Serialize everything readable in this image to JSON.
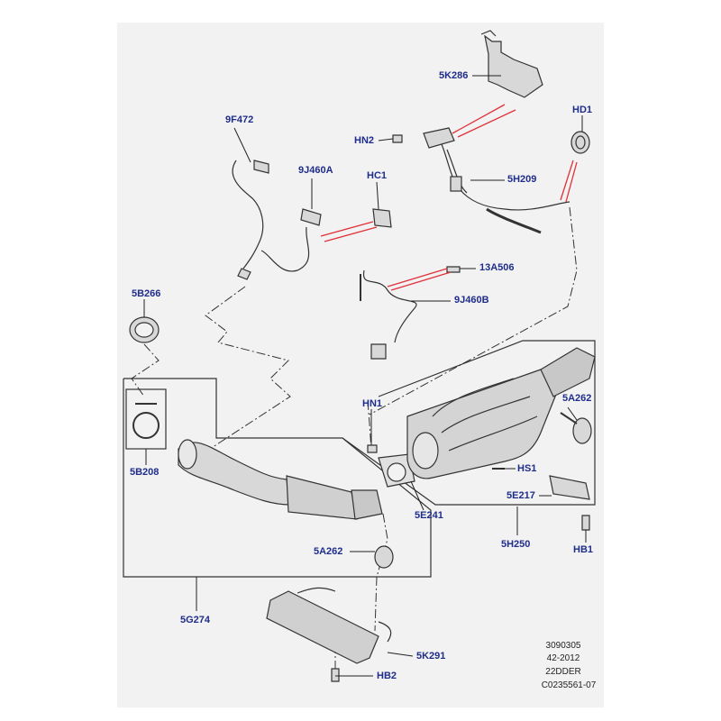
{
  "callouts": {
    "c_5K286": "5K286",
    "c_9F472": "9F472",
    "c_HN2": "HN2",
    "c_HD1": "HD1",
    "c_9J460A": "9J460A",
    "c_HC1": "HC1",
    "c_5H209": "5H209",
    "c_13A506": "13A506",
    "c_9J460B": "9J460B",
    "c_5B266": "5B266",
    "c_HN1": "HN1",
    "c_5A262_right": "5A262",
    "c_5B208": "5B208",
    "c_HS1": "HS1",
    "c_5E217": "5E217",
    "c_5E241": "5E241",
    "c_5H250": "5H250",
    "c_HB1": "HB1",
    "c_5A262_lower": "5A262",
    "c_5G274": "5G274",
    "c_5K291": "5K291",
    "c_HB2": "HB2"
  },
  "reference": {
    "line1": "3090305",
    "line2": "42-2012",
    "line3": "22DDER",
    "line4": "C0235561-07"
  },
  "colors": {
    "background": "#ffffff",
    "panel": "#f2f2f2",
    "callout_text": "#1f2d8a",
    "leader_lines": "#e0303a",
    "linework": "#333333"
  }
}
